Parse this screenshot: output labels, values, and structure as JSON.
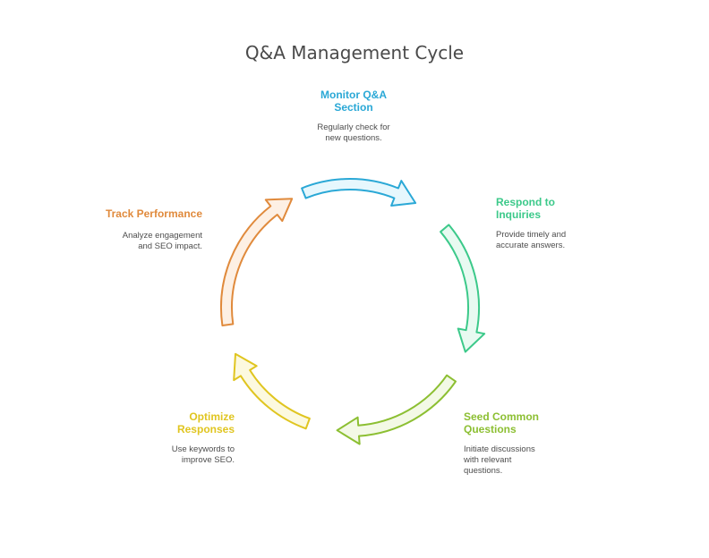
{
  "title": "Q&A Management Cycle",
  "stages": [
    {
      "heading": "Monitor Q&A\nSection",
      "description": "Regularly check for\nnew questions.",
      "color": "#2aa8d6",
      "fill": "#e6f7fd"
    },
    {
      "heading": "Respond to\nInquiries",
      "description": "Provide timely and\naccurate answers.",
      "color": "#3cc98a",
      "fill": "#e8faf1"
    },
    {
      "heading": "Seed Common\nQuestions",
      "description": "Initiate discussions\nwith relevant\nquestions.",
      "color": "#8cbf32",
      "fill": "#f3f9e6"
    },
    {
      "heading": "Optimize\nResponses",
      "description": "Use keywords to\nimprove SEO.",
      "color": "#e0c520",
      "fill": "#fcf9df"
    },
    {
      "heading": "Track Performance",
      "description": "Analyze engagement\nand SEO impact.",
      "color": "#e08a3c",
      "fill": "#fdf0e4"
    }
  ]
}
